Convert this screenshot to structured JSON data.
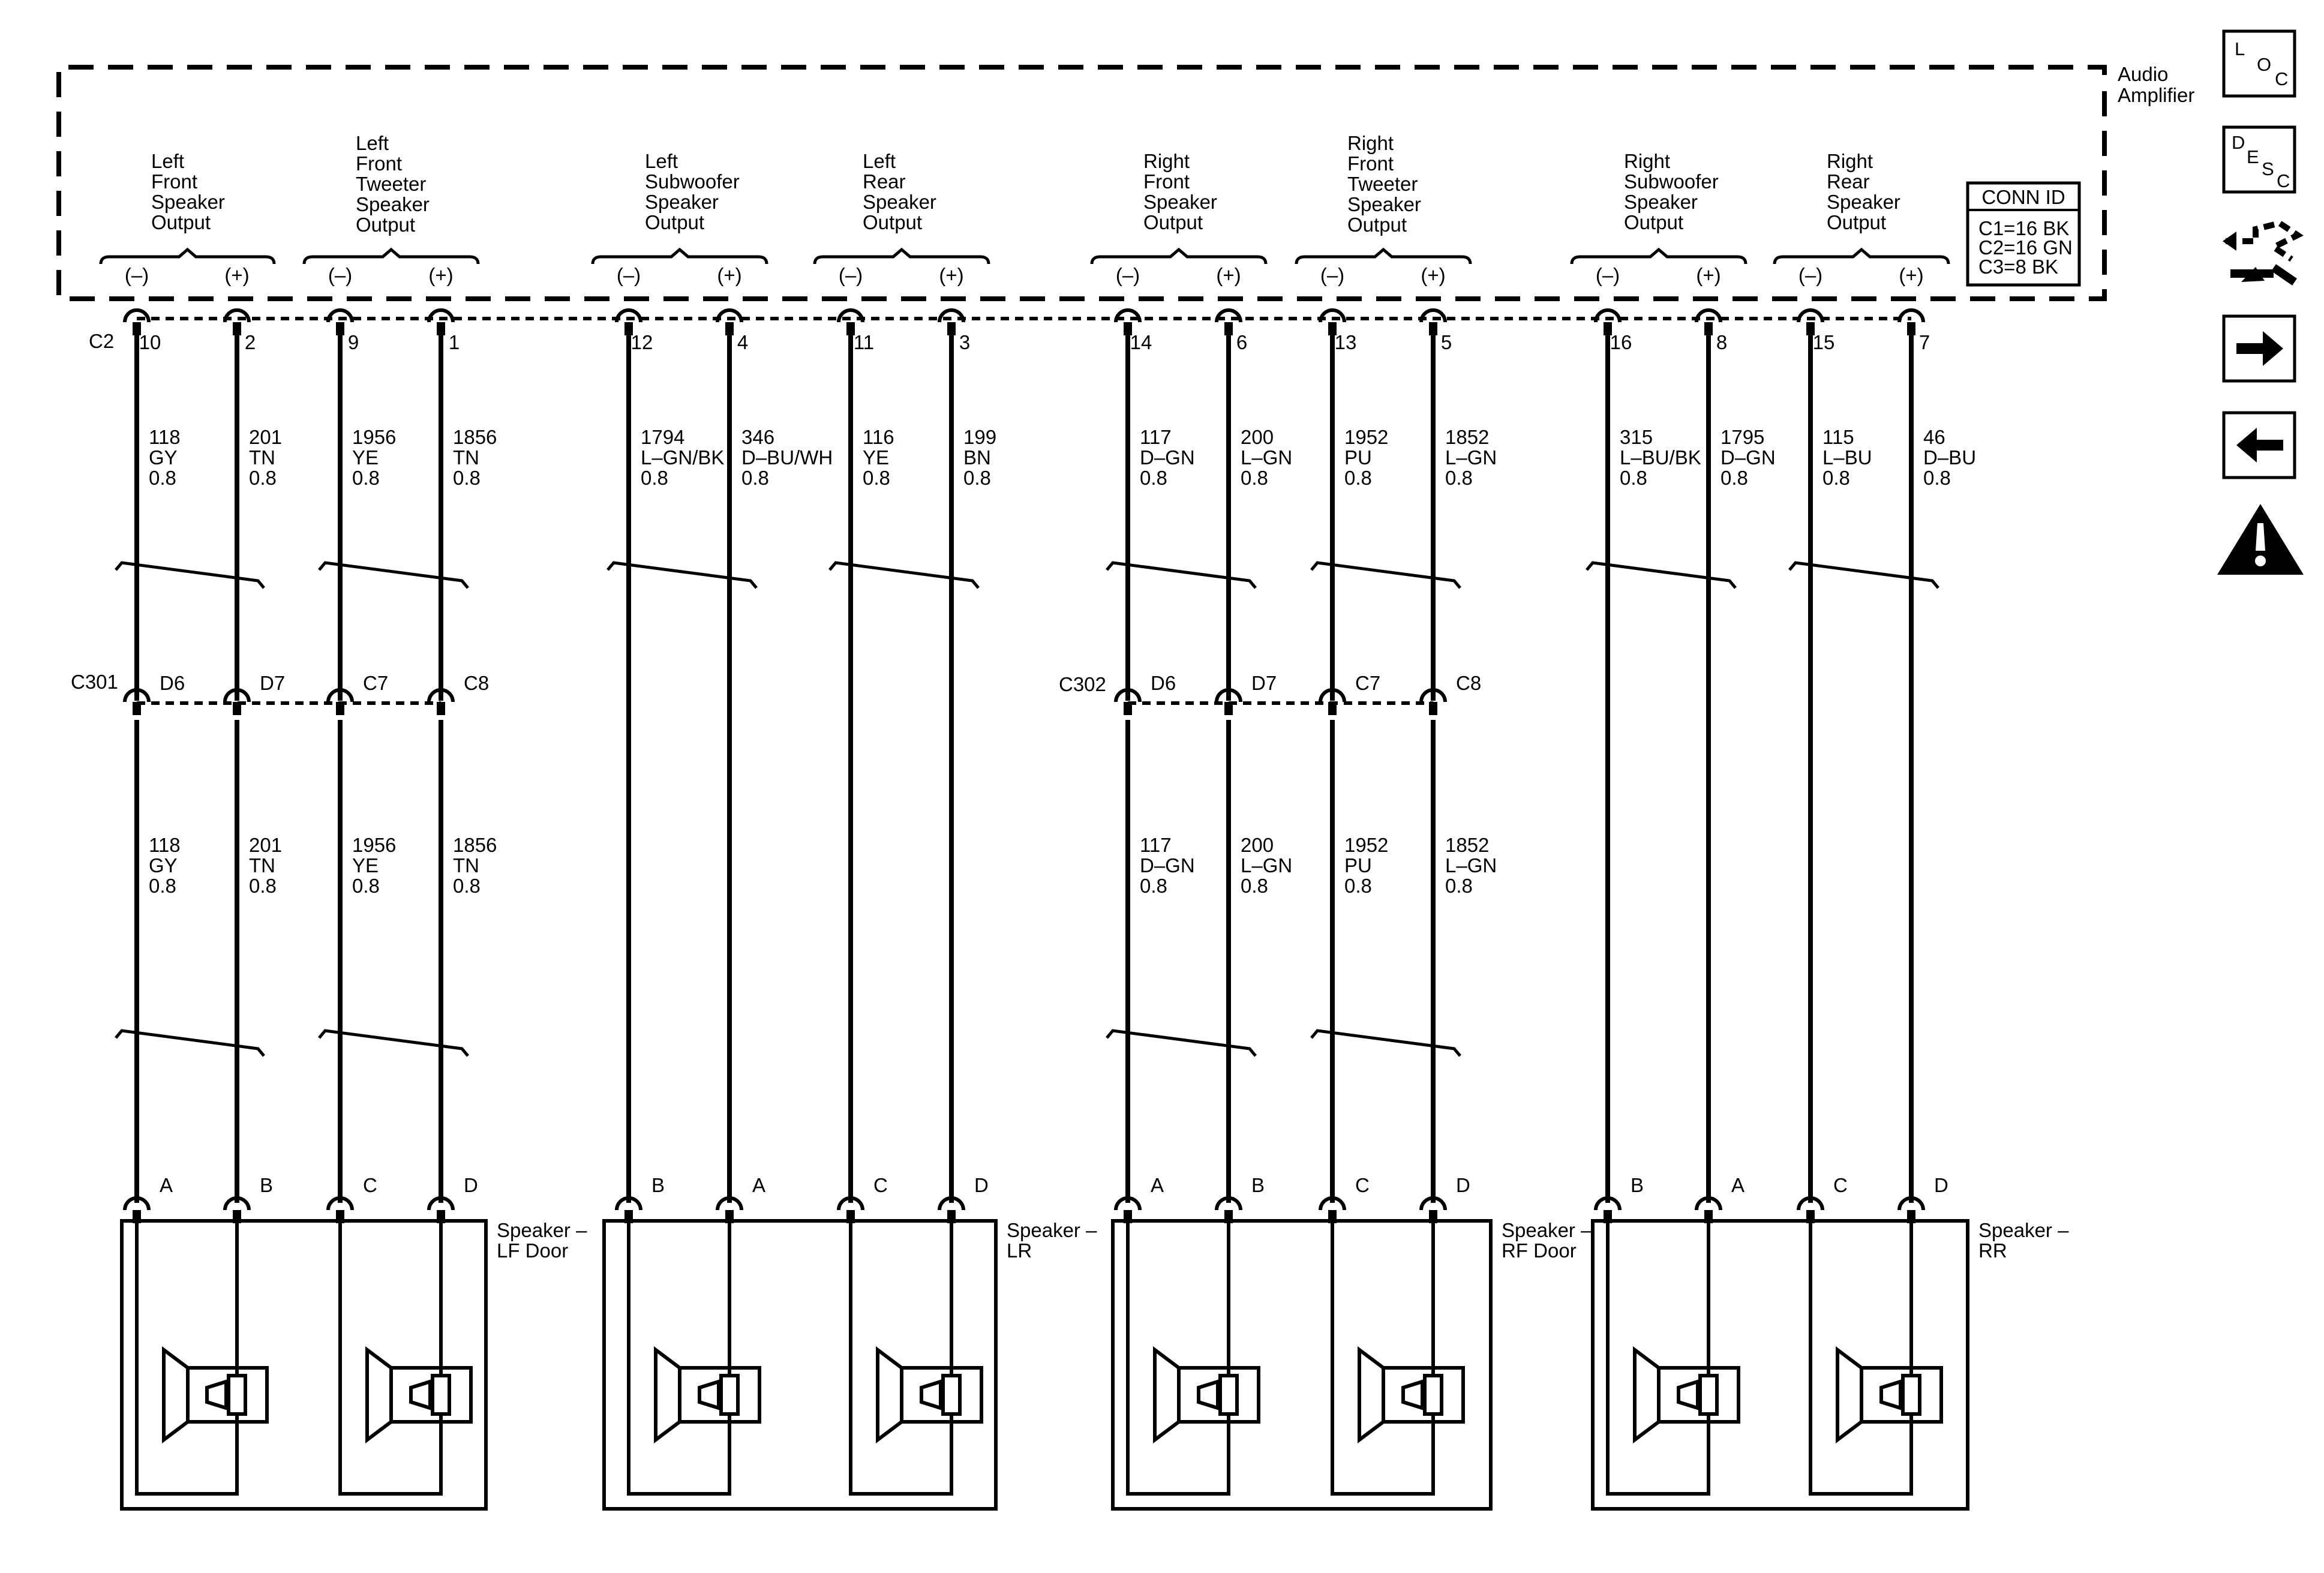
{
  "amplifier": {
    "name_lines": [
      "Audio",
      "Amplifier"
    ],
    "conn_id": {
      "title": "CONN ID",
      "lines": [
        "C1=16 BK",
        "C2=16 GN",
        "C3=8 BK"
      ]
    },
    "connector": "C2"
  },
  "inline_connectors": [
    "C301",
    "C302"
  ],
  "outputs": [
    {
      "label": [
        "Left",
        "Front",
        "Speaker",
        "Output"
      ],
      "wires": [
        {
          "sign": "(–)",
          "pin": "10",
          "circuit": "118",
          "color": "GY",
          "gauge": "0.8",
          "inline_pin": "D6",
          "speaker_pin": "A"
        },
        {
          "sign": "(+)",
          "pin": "2",
          "circuit": "201",
          "color": "TN",
          "gauge": "0.8",
          "inline_pin": "D7",
          "speaker_pin": "B"
        }
      ]
    },
    {
      "label": [
        "Left",
        "Front",
        "Tweeter",
        "Speaker",
        "Output"
      ],
      "wires": [
        {
          "sign": "(–)",
          "pin": "9",
          "circuit": "1956",
          "color": "YE",
          "gauge": "0.8",
          "inline_pin": "C7",
          "speaker_pin": "C"
        },
        {
          "sign": "(+)",
          "pin": "1",
          "circuit": "1856",
          "color": "TN",
          "gauge": "0.8",
          "inline_pin": "C8",
          "speaker_pin": "D"
        }
      ]
    },
    {
      "label": [
        "Left",
        "Subwoofer",
        "Speaker",
        "Output"
      ],
      "wires": [
        {
          "sign": "(–)",
          "pin": "12",
          "circuit": "1794",
          "color": "L–GN/BK",
          "gauge": "0.8",
          "speaker_pin": "B"
        },
        {
          "sign": "(+)",
          "pin": "4",
          "circuit": "346",
          "color": "D–BU/WH",
          "gauge": "0.8",
          "speaker_pin": "A"
        }
      ]
    },
    {
      "label": [
        "Left",
        "Rear",
        "Speaker",
        "Output"
      ],
      "wires": [
        {
          "sign": "(–)",
          "pin": "11",
          "circuit": "116",
          "color": "YE",
          "gauge": "0.8",
          "speaker_pin": "C"
        },
        {
          "sign": "(+)",
          "pin": "3",
          "circuit": "199",
          "color": "BN",
          "gauge": "0.8",
          "speaker_pin": "D"
        }
      ]
    },
    {
      "label": [
        "Right",
        "Front",
        "Speaker",
        "Output"
      ],
      "wires": [
        {
          "sign": "(–)",
          "pin": "14",
          "circuit": "117",
          "color": "D–GN",
          "gauge": "0.8",
          "inline_pin": "D6",
          "speaker_pin": "A"
        },
        {
          "sign": "(+)",
          "pin": "6",
          "circuit": "200",
          "color": "L–GN",
          "gauge": "0.8",
          "inline_pin": "D7",
          "speaker_pin": "B"
        }
      ]
    },
    {
      "label": [
        "Right",
        "Front",
        "Tweeter",
        "Speaker",
        "Output"
      ],
      "wires": [
        {
          "sign": "(–)",
          "pin": "13",
          "circuit": "1952",
          "color": "PU",
          "gauge": "0.8",
          "inline_pin": "C7",
          "speaker_pin": "C"
        },
        {
          "sign": "(+)",
          "pin": "5",
          "circuit": "1852",
          "color": "L–GN",
          "gauge": "0.8",
          "inline_pin": "C8",
          "speaker_pin": "D"
        }
      ]
    },
    {
      "label": [
        "Right",
        "Subwoofer",
        "Speaker",
        "Output"
      ],
      "wires": [
        {
          "sign": "(–)",
          "pin": "16",
          "circuit": "315",
          "color": "L–BU/BK",
          "gauge": "0.8",
          "speaker_pin": "B"
        },
        {
          "sign": "(+)",
          "pin": "8",
          "circuit": "1795",
          "color": "D–GN",
          "gauge": "0.8",
          "speaker_pin": "A"
        }
      ]
    },
    {
      "label": [
        "Right",
        "Rear",
        "Speaker",
        "Output"
      ],
      "wires": [
        {
          "sign": "(–)",
          "pin": "15",
          "circuit": "115",
          "color": "L–BU",
          "gauge": "0.8",
          "speaker_pin": "C"
        },
        {
          "sign": "(+)",
          "pin": "7",
          "circuit": "46",
          "color": "D–BU",
          "gauge": "0.8",
          "speaker_pin": "D"
        }
      ]
    }
  ],
  "speakers": [
    {
      "name": [
        "Speaker –",
        "LF Door"
      ]
    },
    {
      "name": [
        "Speaker –",
        "LR"
      ]
    },
    {
      "name": [
        "Speaker –",
        "RF Door"
      ]
    },
    {
      "name": [
        "Speaker –",
        "RR"
      ]
    }
  ],
  "side_icons": [
    {
      "icon": "loc-icon",
      "letters": [
        "L",
        "O",
        "C"
      ]
    },
    {
      "icon": "desc-icon",
      "letters": [
        "D",
        "E",
        "S",
        "C"
      ]
    },
    {
      "icon": "harness-icon"
    },
    {
      "icon": "arrow-right-icon"
    },
    {
      "icon": "arrow-left-icon"
    },
    {
      "icon": "warning-icon"
    }
  ]
}
